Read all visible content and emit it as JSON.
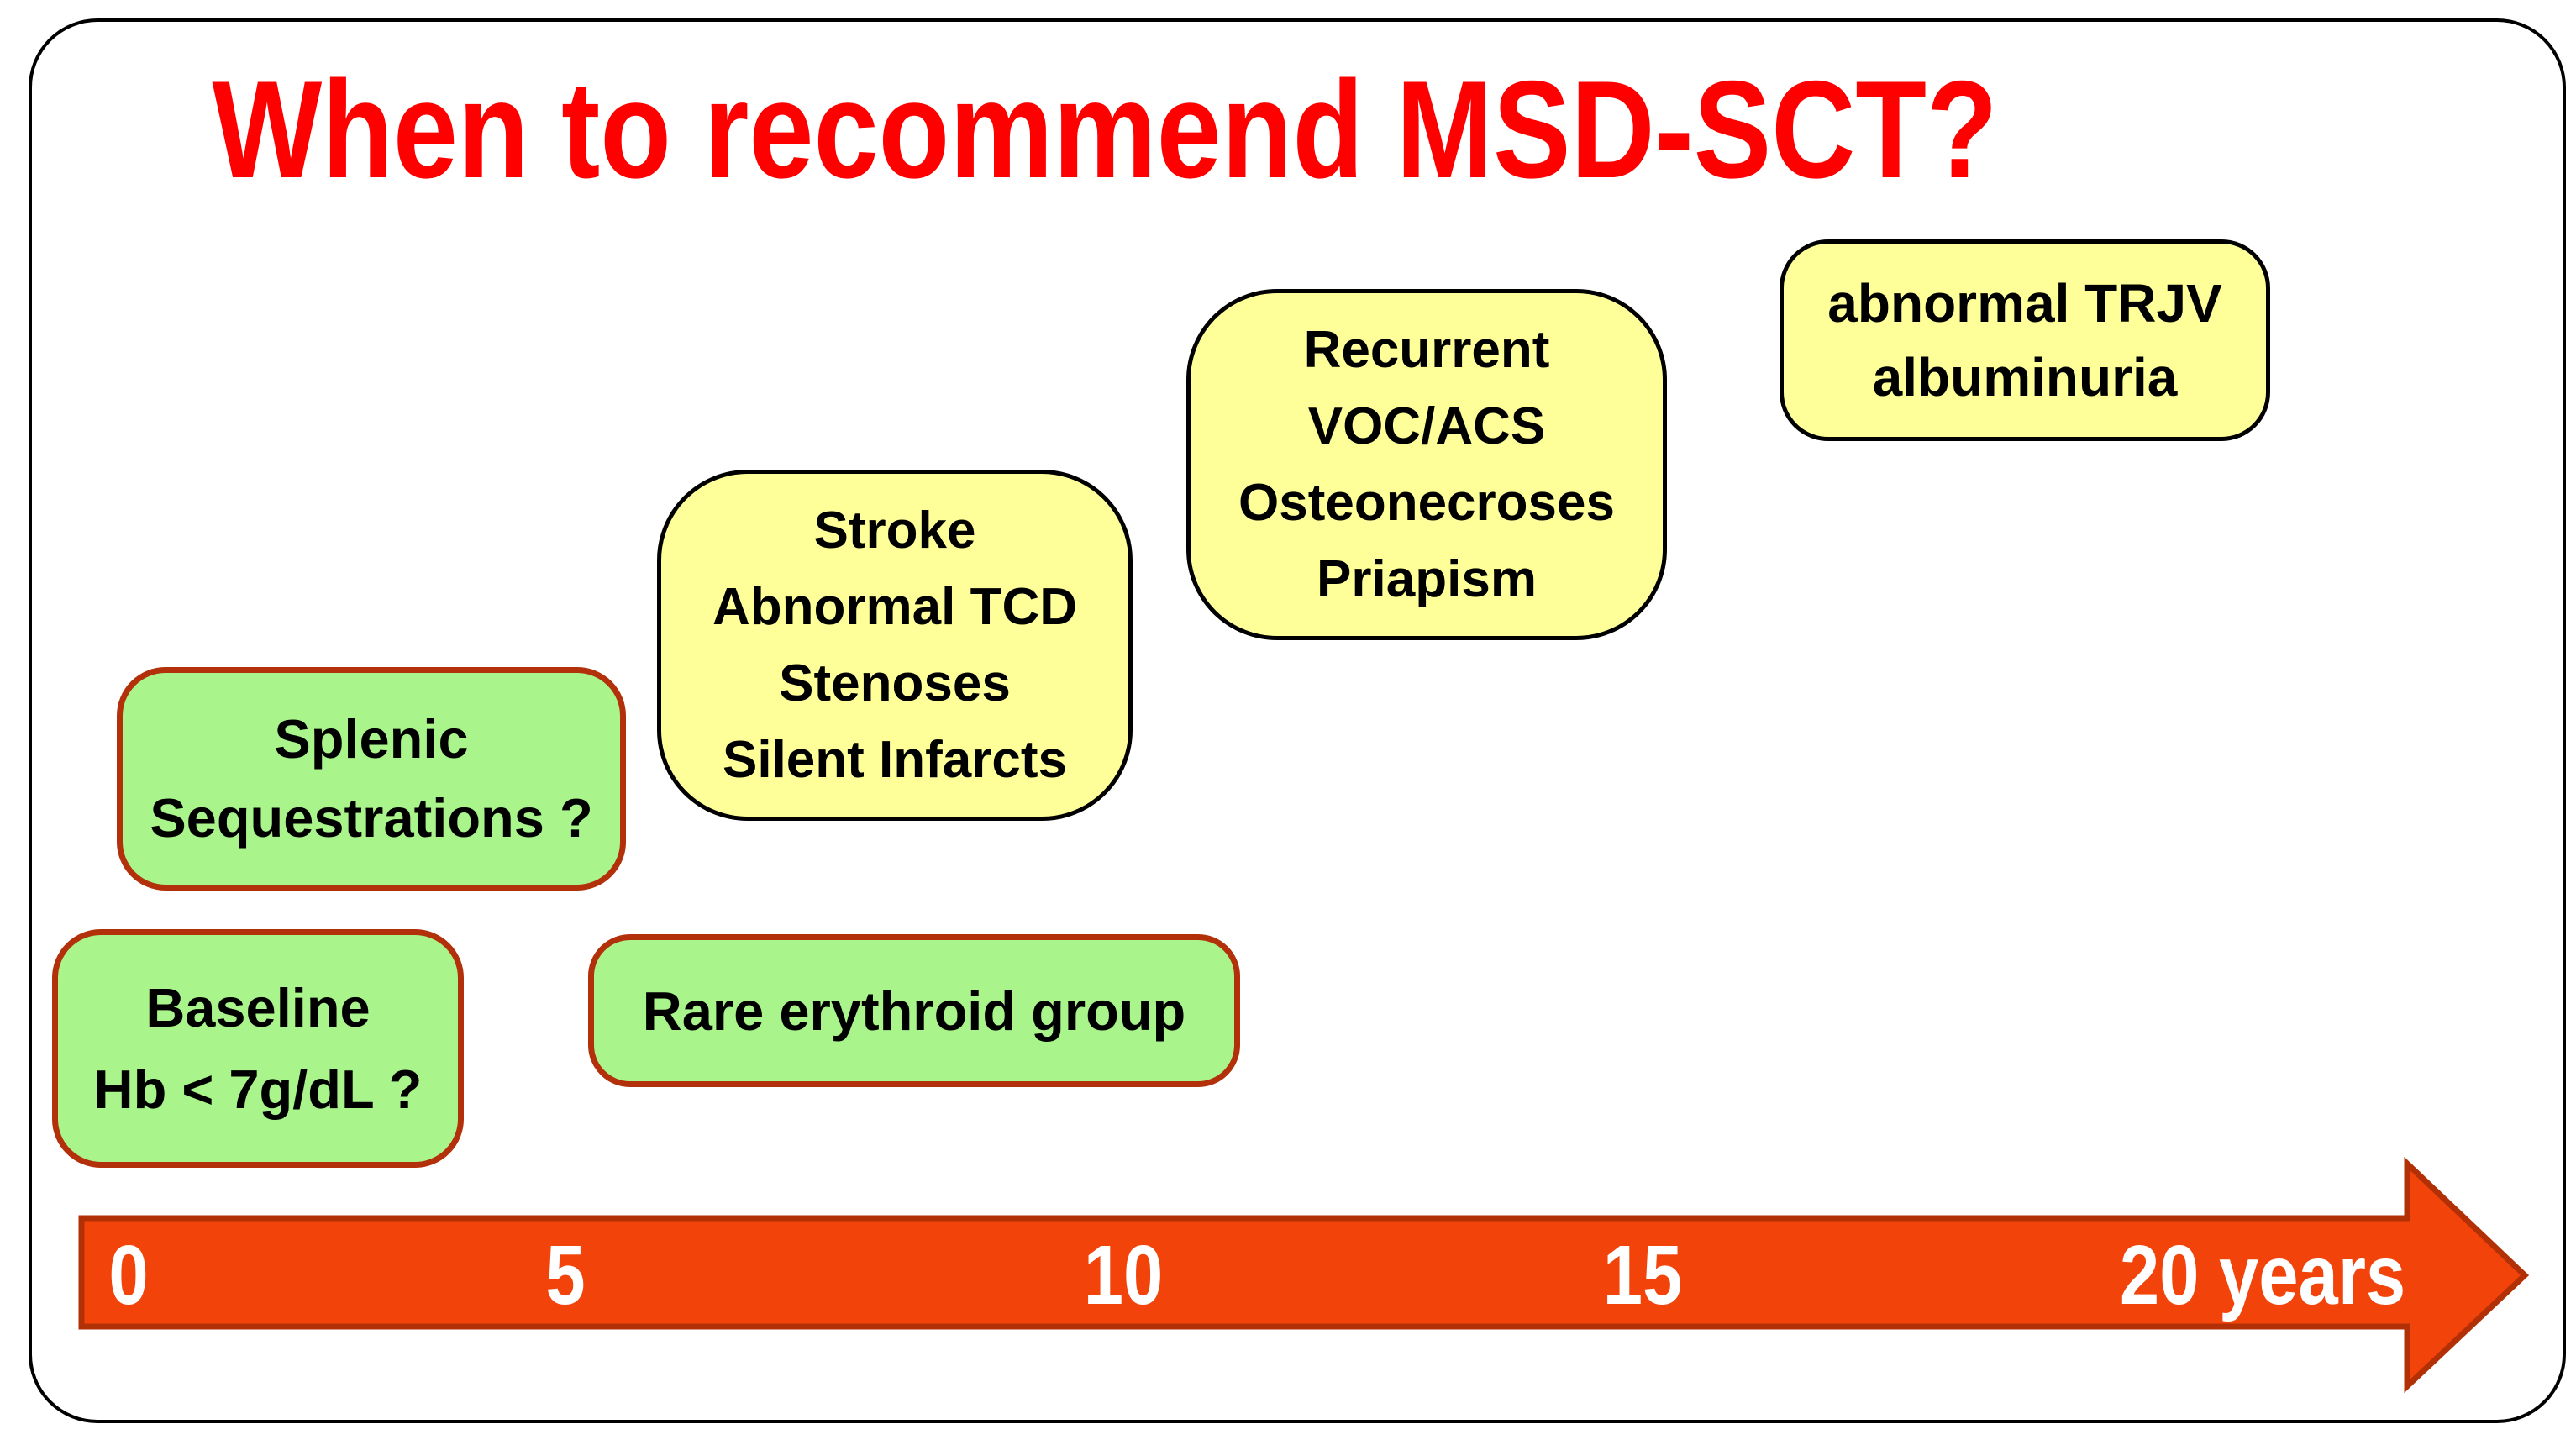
{
  "colors": {
    "background": "#FFFFFF",
    "frame_border": "#000000",
    "title_red": "#FF0000",
    "yellow_fill": "#FFFF99",
    "yellow_border": "#000000",
    "green_fill": "#A9F58C",
    "green_border": "#B2300A",
    "arrow_fill": "#F2430B",
    "arrow_border": "#B23005",
    "tick_text": "#FFFFFF"
  },
  "slide": {
    "title": "When to recommend MSD-SCT?"
  },
  "boxes": {
    "trjv": {
      "style": "yellow",
      "lines": [
        "abnormal TRJV",
        "albuminuria"
      ]
    },
    "recurrent": {
      "style": "yellow",
      "lines": [
        "Recurrent",
        "VOC/ACS",
        "Osteonecroses",
        "Priapism"
      ]
    },
    "stroke": {
      "style": "yellow",
      "lines": [
        "Stroke",
        "Abnormal TCD",
        "Stenoses",
        "Silent Infarcts"
      ]
    },
    "splenic": {
      "style": "green",
      "lines": [
        "Splenic",
        "Sequestrations ?"
      ]
    },
    "baseline": {
      "style": "green",
      "lines": [
        "Baseline",
        "Hb < 7g/dL ?"
      ]
    },
    "rare": {
      "style": "green",
      "lines": [
        "Rare erythroid group"
      ]
    }
  },
  "timeline": {
    "ticks": [
      "0",
      "5",
      "10",
      "15",
      "20 years"
    ]
  }
}
